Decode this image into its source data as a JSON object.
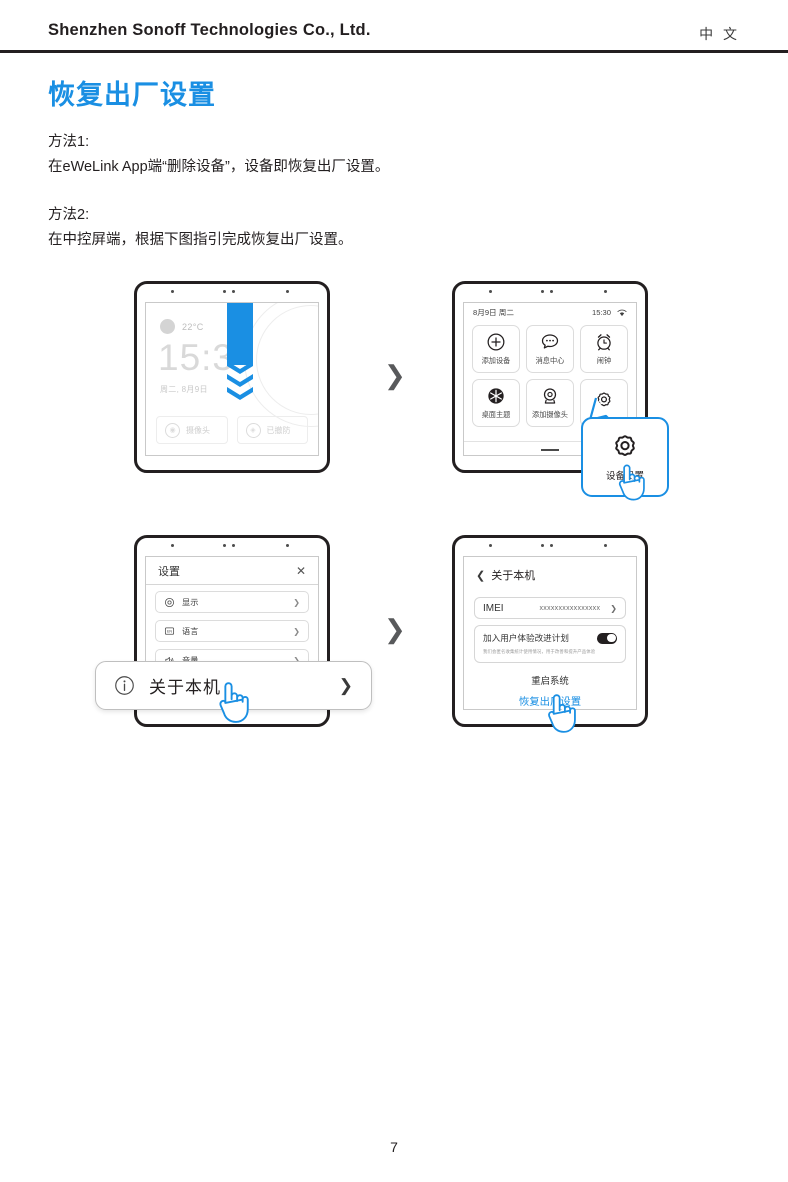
{
  "header": {
    "company": "Shenzhen Sonoff Technologies Co., Ltd.",
    "language": "中 文"
  },
  "page_title": "恢复出厂设置",
  "body": {
    "method1_label": "方法1:",
    "method1_text": "在eWeLink App端“删除设备”，设备即恢复出厂设置。",
    "method2_label": "方法2:",
    "method2_text": "在中控屏端，根据下图指引完成恢复出厂设置。"
  },
  "step_arrow": "❯",
  "panels": {
    "home": {
      "name": "home-screen",
      "temperature": "22°C",
      "time": "15:3",
      "date": "周二, 8月9日",
      "tiles": [
        {
          "icon": "camera-icon",
          "label": "摄像头"
        },
        {
          "icon": "shield-icon",
          "label": "已撤防"
        }
      ],
      "gesture": "swipe-down"
    },
    "menu": {
      "name": "app-grid-screen",
      "status": {
        "date": "8月9日 周二",
        "time": "15:30",
        "wifi": "wifi-icon"
      },
      "apps": [
        {
          "icon": "plus-circle-icon",
          "label": "添加设备"
        },
        {
          "icon": "message-icon",
          "label": "消息中心"
        },
        {
          "icon": "alarm-clock-icon",
          "label": "闹钟"
        },
        {
          "icon": "theme-icon",
          "label": "桌面主题"
        },
        {
          "icon": "camera-add-icon",
          "label": "添加摄像头"
        },
        {
          "icon": "gear-icon",
          "label": ""
        }
      ],
      "callout": {
        "icon": "gear-icon",
        "label": "设备设置"
      }
    },
    "settings": {
      "name": "settings-screen",
      "title": "设置",
      "close": "✕",
      "rows": [
        {
          "icon": "display-icon",
          "label": "显示",
          "chevron": "❯"
        },
        {
          "icon": "language-icon",
          "label": "语言",
          "chevron": "❯"
        },
        {
          "icon": "volume-icon",
          "label": "音量",
          "chevron": "❯"
        }
      ],
      "callout": {
        "icon": "info-icon",
        "label": "关于本机",
        "chevron": "❯"
      }
    },
    "about": {
      "name": "about-device-screen",
      "back": "❮",
      "title": "关于本机",
      "imei": {
        "key": "IMEI",
        "value": "xxxxxxxxxxxxxxxx",
        "chevron": "❯"
      },
      "plan": {
        "label": "加入用户体验改进计划",
        "description": "我们会匿名收集统计使用情况，用于改善和提升产品体验",
        "toggle_state": "on"
      },
      "reboot": "重启系统",
      "reset": "恢复出厂设置"
    }
  },
  "footer": {
    "page_number": "7"
  },
  "colors": {
    "accent": "#1a8fe3",
    "ink": "#231f20",
    "muted": "#9a9a9a"
  }
}
